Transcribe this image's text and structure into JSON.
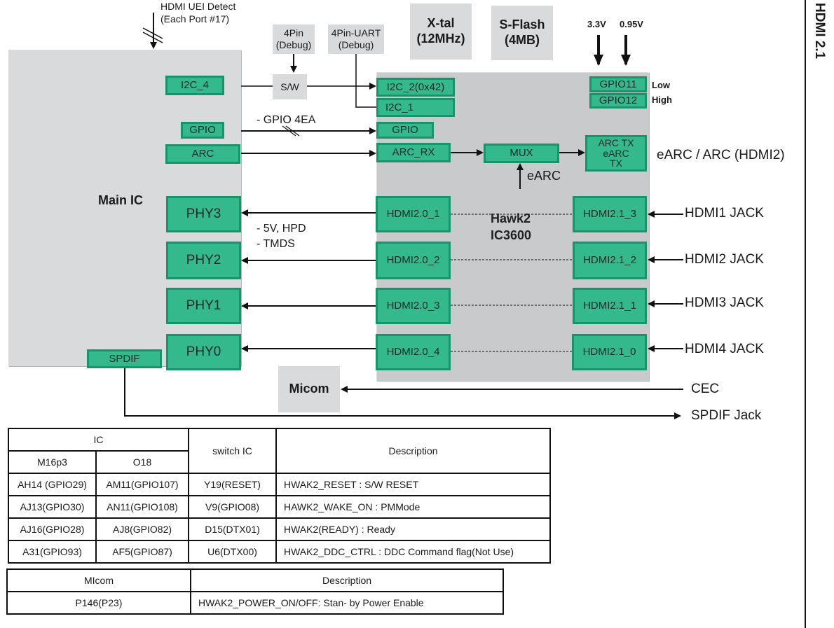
{
  "side_title": "HDMI 2.1",
  "top_labels": {
    "uei_detect_line1": "HDMI UEI Detect",
    "uei_detect_line2": "(Each Port #17)",
    "pin4_line1": "4Pin",
    "pin4_line2": "(Debug)",
    "uart_line1": "4Pin-UART",
    "uart_line2": "(Debug)",
    "xtal_line1": "X-tal",
    "xtal_line2": "(12MHz)",
    "sflash_line1": "S-Flash",
    "sflash_line2": "(4MB)",
    "v33": "3.3V",
    "v095": "0.95V"
  },
  "main_ic": {
    "title": "Main IC",
    "ports": {
      "i2c4": "I2C_4",
      "gpio": "GPIO",
      "arc": "ARC",
      "phy3": "PHY3",
      "phy2": "PHY2",
      "phy1": "PHY1",
      "phy0": "PHY0",
      "spdif": "SPDIF"
    }
  },
  "switch": "S/W",
  "bus_labels": {
    "gpio_bus": "- GPIO 4EA",
    "hpd": "- 5V, HPD",
    "tmds": "- TMDS"
  },
  "hawk": {
    "title_line1": "Hawk2",
    "title_line2": "IC3600",
    "i2c2": "I2C_2(0x42)",
    "i2c1": "I2C_1",
    "gpio": "GPIO",
    "arc_rx": "ARC_RX",
    "mux": "MUX",
    "earc_in": "eARC",
    "arc_tx_line1": "ARC TX",
    "arc_tx_line2": "eARC",
    "arc_tx_line3": "TX",
    "gpio11": "GPIO11",
    "gpio12": "GPIO12",
    "gpio11_state": "Low",
    "gpio12_state": "High",
    "out_ports": [
      "HDMI2.0_1",
      "HDMI2.0_2",
      "HDMI2.0_3",
      "HDMI2.0_4"
    ],
    "in_ports": [
      "HDMI2.1_3",
      "HDMI2.1_2",
      "HDMI2.1_1",
      "HDMI2.1_0"
    ]
  },
  "external": {
    "earc_hdmi2": "eARC / ARC (HDMI2)",
    "jacks": [
      "HDMI1 JACK",
      "HDMI2 JACK",
      "HDMI3 JACK",
      "HDMI4 JACK"
    ],
    "cec": "CEC",
    "spdif_jack": "SPDIF Jack",
    "micom": "Micom"
  },
  "table1": {
    "header_ic": "IC",
    "header_m16p3": "M16p3",
    "header_o18": "O18",
    "header_switch": "switch IC",
    "header_desc": "Description",
    "rows": [
      {
        "m16p3": "AH14 (GPIO29)",
        "o18": "AM11(GPIO107)",
        "sw": "Y19(RESET)",
        "desc": "HWAK2_RESET : S/W RESET"
      },
      {
        "m16p3": "AJ13(GPIO30)",
        "o18": "AN11(GPIO108)",
        "sw": "V9(GPIO08)",
        "desc": "HAWK2_WAKE_ON : PMMode"
      },
      {
        "m16p3": "AJ16(GPIO28)",
        "o18": "AJ8(GPIO82)",
        "sw": "D15(DTX01)",
        "desc": "HWAK2(READY) : Ready"
      },
      {
        "m16p3": "A31(GPIO93)",
        "o18": "AF5(GPIO87)",
        "sw": "U6(DTX00)",
        "desc": "HWAK2_DDC_CTRL : DDC Command flag(Not Use)"
      }
    ]
  },
  "table2": {
    "header_micom": "MIcom",
    "header_desc": "Description",
    "rows": [
      {
        "micom": "P146(P23)",
        "desc": "HWAK2_POWER_ON/OFF: Stan- by Power Enable"
      }
    ]
  }
}
